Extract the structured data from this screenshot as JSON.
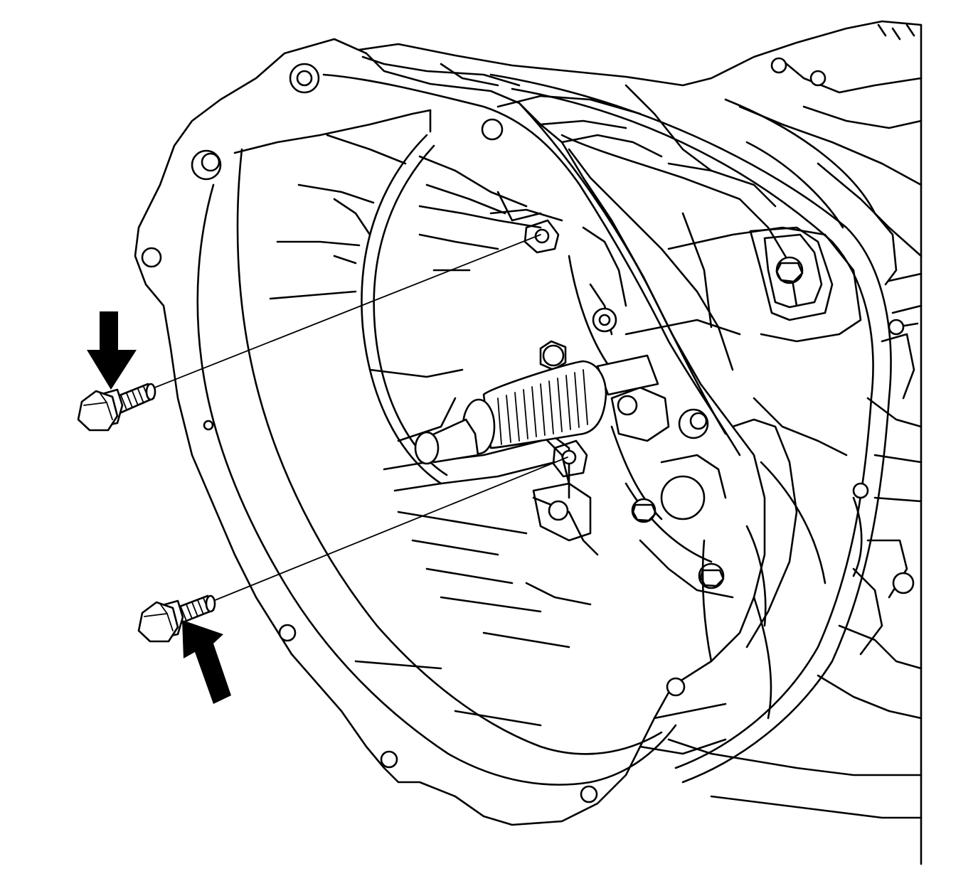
{
  "diagram": {
    "colors": {
      "line": "#000000",
      "background": "#ffffff"
    },
    "parts": [
      {
        "id": "bellhousing",
        "icon": "bellhousing-outline"
      },
      {
        "id": "transmission-case",
        "icon": "case-outline"
      },
      {
        "id": "input-shaft",
        "icon": "splined-shaft"
      },
      {
        "id": "bolt-upper",
        "icon": "flange-bolt"
      },
      {
        "id": "bolt-lower",
        "icon": "flange-bolt"
      }
    ],
    "callouts": [
      {
        "id": "arrow-upper",
        "icon": "arrow-down",
        "target": "bolt-upper"
      },
      {
        "id": "arrow-lower",
        "icon": "arrow-up-left",
        "target": "bolt-lower"
      }
    ]
  }
}
